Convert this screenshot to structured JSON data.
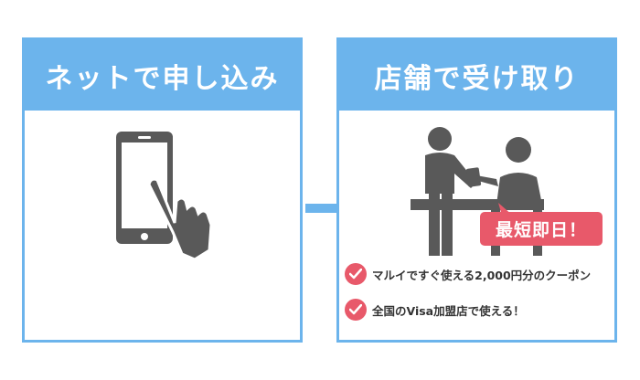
{
  "steps": [
    {
      "title": "ネットで申し込み"
    },
    {
      "title": "店舗で受け取り"
    }
  ],
  "badge": {
    "text": "最短即日！"
  },
  "features": [
    {
      "text": "マルイですぐ使える2,000円分のクーポン"
    },
    {
      "text": "全国のVisa加盟店で使える！"
    }
  ],
  "colors": {
    "accent": "#6cb4ec",
    "highlight": "#e8596a",
    "icon": "#595959"
  },
  "icons": [
    "smartphone-tap-icon",
    "arrow-right-icon",
    "store-counter-icon",
    "checkmark-icon"
  ]
}
